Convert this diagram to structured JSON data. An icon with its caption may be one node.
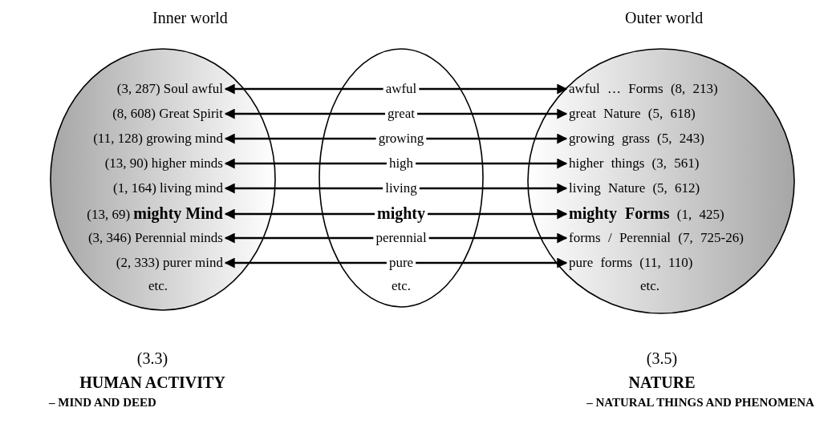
{
  "diagram": {
    "nodes": [
      {
        "text": [
          "Inner world"
        ]
      },
      {
        "text": [
          "(3, 287) Soul awful"
        ],
        "in": 0
      },
      {
        "text": [
          "(8, 608) Great Spirit"
        ],
        "in": 0
      },
      {
        "text": [
          "(11, 128) growing mind"
        ],
        "in": 0
      },
      {
        "text": [
          "(13, 90) higher minds"
        ],
        "in": 0
      },
      {
        "text": [
          "(1, 164) living mind"
        ],
        "in": 0
      },
      {
        "text": [
          "(13, 69) **mighty Mind**"
        ],
        "in": 0
      },
      {
        "text": [
          "(3, 346) Perennial minds"
        ],
        "in": 0
      },
      {
        "text": [
          "(2, 333) purer mind"
        ],
        "in": 0
      },
      {
        "text": [
          "etc."
        ],
        "in": 0
      },
      {
        "text": [],
        "shape": "ellipse"
      },
      {
        "text": [
          "awful"
        ],
        "in": 10
      },
      {
        "text": [
          "great"
        ],
        "in": 10
      },
      {
        "text": [
          "growing"
        ],
        "in": 10
      },
      {
        "text": [
          "high"
        ],
        "in": 10
      },
      {
        "text": [
          "living"
        ],
        "in": 10
      },
      {
        "text": [
          "mighty"
        ],
        "in": 10
      },
      {
        "text": [
          "perennial"
        ],
        "in": 10
      },
      {
        "text": [
          "pure"
        ],
        "in": 10
      },
      {
        "text": [
          "etc."
        ],
        "in": 10
      },
      {
        "text": [
          "Outer world"
        ]
      },
      {
        "text": [
          "awful … Forms (8, 213)"
        ],
        "in": 20
      },
      {
        "text": [
          "great Nature (5, 618)"
        ],
        "in": 20
      },
      {
        "text": [
          "growing grass (5, 243)"
        ],
        "in": 20
      },
      {
        "text": [
          "higher things (3, 561)"
        ],
        "in": 20
      },
      {
        "text": [
          "living Nature (5, 612)"
        ],
        "in": 20
      },
      {
        "text": [
          "**mighty Forms** (1, 425)"
        ],
        "in": 20
      },
      {
        "text": [
          "forms / Perennial (7, 725-26)"
        ],
        "in": 20
      },
      {
        "text": [
          "pure forms (11, 110)"
        ],
        "in": 20
      },
      {
        "text": [
          "etc."
        ],
        "in": 20
      }
    ],
    "edges": [
      {
        "from": 11,
        "to": 1,
        "arrow": "to"
      },
      {
        "from": 12,
        "to": 2,
        "arrow": "to"
      },
      {
        "from": 13,
        "to": 3,
        "arrow": "to"
      },
      {
        "from": 14,
        "to": 4,
        "arrow": "to"
      },
      {
        "from": 15,
        "to": 5,
        "arrow": "to"
      },
      {
        "from": 16,
        "to": 6,
        "arrow": "to"
      },
      {
        "from": 17,
        "to": 7,
        "arrow": "to"
      },
      {
        "from": 18,
        "to": 8,
        "arrow": "to"
      },
      {
        "from": 11,
        "to": 21,
        "arrow": "to"
      },
      {
        "from": 12,
        "to": 22,
        "arrow": "to"
      },
      {
        "from": 13,
        "to": 23,
        "arrow": "to"
      },
      {
        "from": 14,
        "to": 24,
        "arrow": "to"
      },
      {
        "from": 15,
        "to": 25,
        "arrow": "to"
      },
      {
        "from": 16,
        "to": 26,
        "arrow": "to"
      },
      {
        "from": 17,
        "to": 27,
        "arrow": "to"
      },
      {
        "from": 18,
        "to": 28,
        "arrow": "to"
      }
    ],
    "labels": [
      "(3.3)",
      "HUMAN ACTIVITY",
      "– MIND AND DEED",
      "(3.5)",
      "NATURE",
      "– NATURAL THINGS AND PHENOMENA"
    ]
  }
}
